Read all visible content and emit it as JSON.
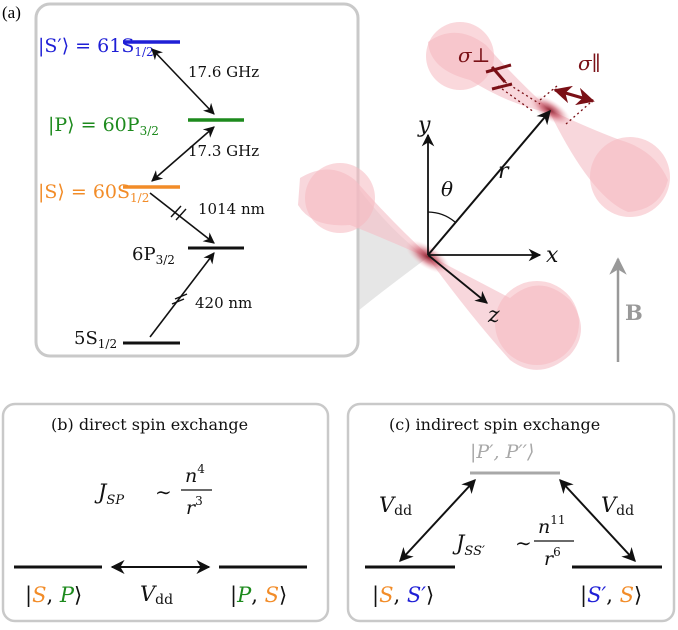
{
  "colors": {
    "blue": "#1f1fd6",
    "green": "#1d8a1d",
    "orange": "#f28c28",
    "darkred": "#7a1016",
    "gray": "#a8a8a8",
    "panel_border": "#c9c9c9",
    "beam": "#f5b8c0",
    "black": "#111111"
  },
  "panel_a": {
    "label": "(a)",
    "levels": {
      "s_prime": {
        "prefix": "|S′⟩ = 61S",
        "sub": "1/2"
      },
      "p": {
        "prefix": "|P⟩ = 60P",
        "sub": "3/2"
      },
      "s": {
        "prefix": "|S⟩ = 60S",
        "sub": "1/2"
      },
      "p6": {
        "prefix": "6P",
        "sub": "3/2"
      },
      "s5": {
        "prefix": "5S",
        "sub": "1/2"
      }
    },
    "transitions": {
      "sp_prime": "17.6 GHz",
      "ps": "17.3 GHz",
      "ir": "1014 nm",
      "blue": "420 nm"
    },
    "geometry_labels": {
      "y_axis": "y",
      "x_axis": "x",
      "z_axis": "z",
      "theta": "θ",
      "r": "r",
      "sigma_perp": "σ⊥",
      "sigma_par": "σ∥",
      "b_field": "B"
    }
  },
  "panel_b": {
    "title": "(b)  direct spin exchange",
    "coupling": {
      "lhs": "J",
      "lhs_sub": "SP",
      "sim": "∼",
      "num_base": "n",
      "num_exp": "4",
      "den_base": "r",
      "den_exp": "3"
    },
    "v_label": "V",
    "v_sub": "dd",
    "left_state": {
      "open": "|",
      "a": "S",
      "comma": ", ",
      "b": "P",
      "close": "⟩"
    },
    "right_state": {
      "open": "|",
      "a": "P",
      "comma": ", ",
      "b": "S",
      "close": "⟩"
    }
  },
  "panel_c": {
    "title": "(c)  indirect spin exchange",
    "top_state": "|P′, P′′⟩",
    "coupling": {
      "lhs": "J",
      "lhs_sub": "SS′",
      "sim": "∼",
      "num_base": "n",
      "num_exp": "11",
      "den_base": "r",
      "den_exp": "6"
    },
    "v_label": "V",
    "v_sub": "dd",
    "left_state": {
      "open": "|",
      "a": "S",
      "comma": ", ",
      "b": "S′",
      "close": "⟩"
    },
    "right_state": {
      "open": "|",
      "a": "S′",
      "comma": ", ",
      "b": "S",
      "close": "⟩"
    }
  }
}
